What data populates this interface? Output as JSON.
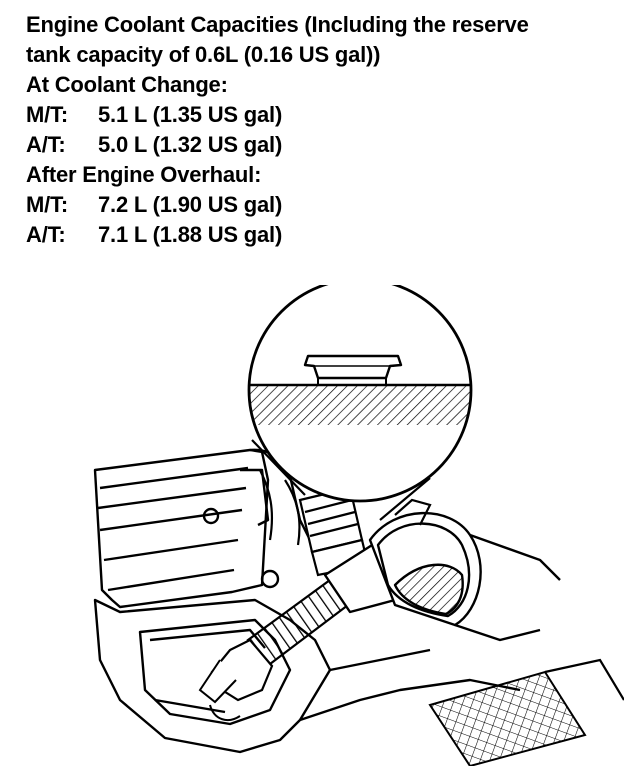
{
  "heading": {
    "line1": "Engine Coolant Capacities (Including the reserve",
    "line2": "tank capacity of 0.6L (0.16 US gal))"
  },
  "coolant_change": {
    "title": "At Coolant Change:",
    "rows": [
      {
        "label": "M/T:",
        "value": "5.1 L (1.35 US gal)"
      },
      {
        "label": "A/T:",
        "value": "5.0 L (1.32 US gal)"
      }
    ]
  },
  "overhaul": {
    "title": "After Engine Overhaul:",
    "rows": [
      {
        "label": "M/T:",
        "value": "7.2 L (1.90 US gal)"
      },
      {
        "label": "A/T:",
        "value": "7.1 L (1.88 US gal)"
      }
    ]
  },
  "figure": {
    "subject": "funnel-pouring-coolant-into-radiator-filler-neck"
  }
}
